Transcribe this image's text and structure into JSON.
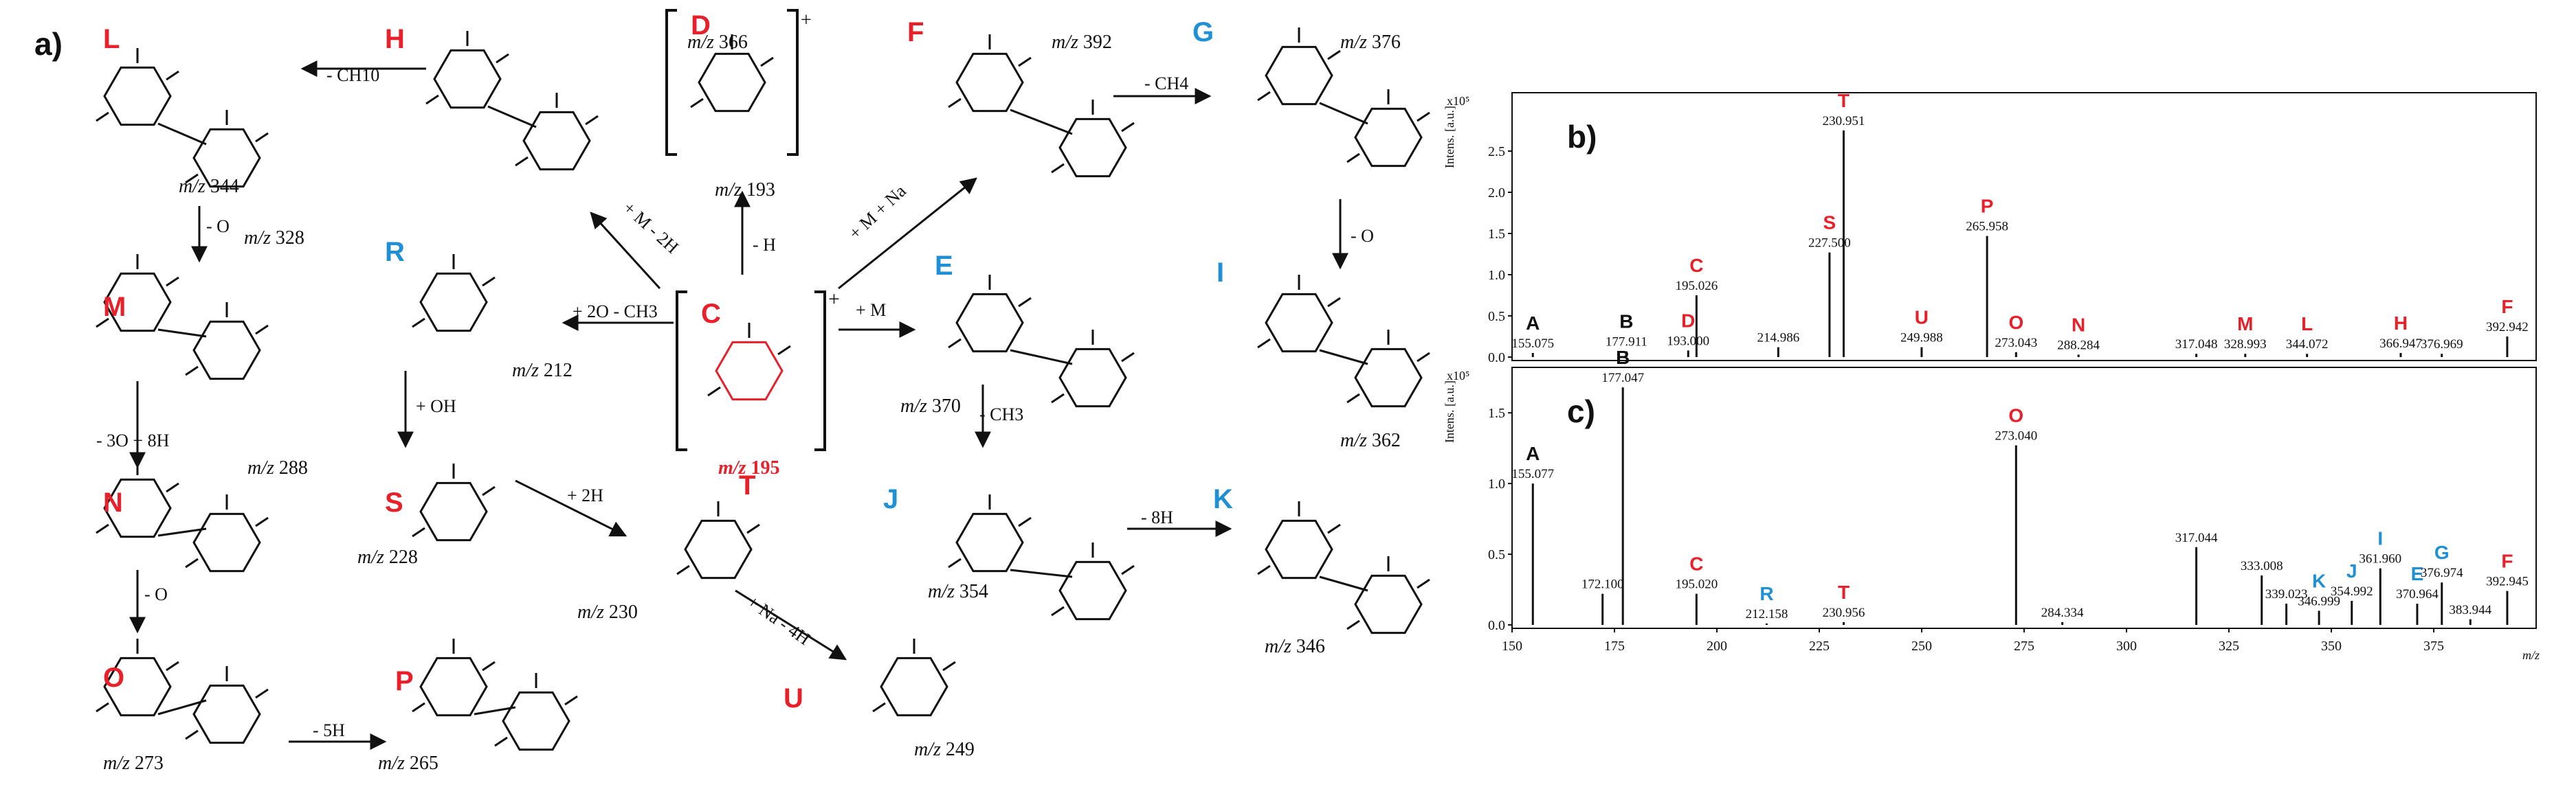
{
  "colors": {
    "red": "#e8202a",
    "blue": "#1f8fd6",
    "black": "#111111"
  },
  "panels": {
    "a": "a)",
    "b": "b)",
    "c": "c)"
  },
  "mz_prefix": "m/z",
  "center": {
    "letter": "C",
    "mz": "195",
    "charge": "+"
  },
  "compounds": [
    {
      "id": "L",
      "color": "red",
      "mz": "344"
    },
    {
      "id": "H",
      "color": "red",
      "mz": "366"
    },
    {
      "id": "D",
      "color": "red",
      "mz": "193"
    },
    {
      "id": "F",
      "color": "red",
      "mz": "392"
    },
    {
      "id": "G",
      "color": "blue",
      "mz": "376"
    },
    {
      "id": "M",
      "color": "red",
      "mz": "328"
    },
    {
      "id": "R",
      "color": "blue",
      "mz": "212"
    },
    {
      "id": "E",
      "color": "blue",
      "mz": "370"
    },
    {
      "id": "I",
      "color": "blue",
      "mz": "362"
    },
    {
      "id": "N",
      "color": "red",
      "mz": "288"
    },
    {
      "id": "S",
      "color": "red",
      "mz": "228"
    },
    {
      "id": "T",
      "color": "red",
      "mz": "230"
    },
    {
      "id": "J",
      "color": "blue",
      "mz": "354"
    },
    {
      "id": "K",
      "color": "blue",
      "mz": "346"
    },
    {
      "id": "O",
      "color": "red",
      "mz": "273"
    },
    {
      "id": "P",
      "color": "red",
      "mz": "265"
    },
    {
      "id": "U",
      "color": "red",
      "mz": "249"
    }
  ],
  "arrow_labels": {
    "h_to_l": "- CH10",
    "f_to_g": "- CH4",
    "g_to_i": "- O",
    "l_to_m": "- O",
    "m_to_n": "- 3O + 8H",
    "n_to_o": "- O",
    "o_to_p": "- 5H",
    "c_to_h": "+ M - 2H",
    "c_to_d": "- H",
    "c_to_f": "+ M + Na",
    "c_to_e": "+ M",
    "c_to_r": "+ 2O - CH3",
    "r_to_s": "+ OH",
    "s_to_t": "+ 2H",
    "e_to_j": "- CH3",
    "j_to_k": "- 8H",
    "t_to_u": "+ Na - 4H"
  },
  "chart_data": [
    {
      "type": "bar",
      "panel": "b)",
      "ylabel": "Intens. [a.u.]",
      "y_multiplier": "x10⁵",
      "xlim": [
        150,
        400
      ],
      "ylim": [
        0,
        3.0
      ],
      "yticks": [
        "0.0",
        "0.5",
        "1.0",
        "1.5",
        "2.0",
        "2.5"
      ],
      "peaks": [
        {
          "x": 155.075,
          "y": 0.05,
          "label": "A",
          "color": "black"
        },
        {
          "x": 177.911,
          "y": 0.07,
          "label": "B",
          "color": "black"
        },
        {
          "x": 193.0,
          "y": 0.08,
          "label": "D",
          "color": "red"
        },
        {
          "x": 195.026,
          "y": 0.75,
          "label": "C",
          "color": "red"
        },
        {
          "x": 214.986,
          "y": 0.12
        },
        {
          "x": 227.5,
          "y": 1.27,
          "label": "S",
          "color": "red"
        },
        {
          "x": 230.951,
          "y": 2.75,
          "label": "T",
          "color": "red"
        },
        {
          "x": 249.988,
          "y": 0.12,
          "label": "U",
          "color": "red"
        },
        {
          "x": 265.958,
          "y": 1.47,
          "label": "P",
          "color": "red"
        },
        {
          "x": 273.043,
          "y": 0.06,
          "label": "O",
          "color": "red"
        },
        {
          "x": 288.284,
          "y": 0.03,
          "label": "N",
          "color": "red"
        },
        {
          "x": 317.048,
          "y": 0.04
        },
        {
          "x": 328.993,
          "y": 0.04,
          "label": "M",
          "color": "red"
        },
        {
          "x": 344.072,
          "y": 0.04,
          "label": "L",
          "color": "red"
        },
        {
          "x": 366.947,
          "y": 0.05,
          "label": "H",
          "color": "red"
        },
        {
          "x": 376.969,
          "y": 0.04
        },
        {
          "x": 392.942,
          "y": 0.25,
          "label": "F",
          "color": "red"
        }
      ]
    },
    {
      "type": "bar",
      "panel": "c)",
      "ylabel": "Intens. [a.u.]",
      "y_multiplier": "x10⁵",
      "xlabel": "m/z",
      "xlim": [
        150,
        400
      ],
      "ylim": [
        0,
        1.7
      ],
      "yticks": [
        "0.0",
        "0.5",
        "1.0",
        "1.5"
      ],
      "xticks": [
        "150",
        "175",
        "200",
        "225",
        "250",
        "275",
        "300",
        "325",
        "350",
        "375"
      ],
      "peaks": [
        {
          "x": 155.077,
          "y": 1.0,
          "label": "A",
          "color": "black"
        },
        {
          "x": 172.1,
          "y": 0.22
        },
        {
          "x": 177.047,
          "y": 1.68,
          "label": "B",
          "color": "black"
        },
        {
          "x": 195.02,
          "y": 0.22,
          "label": "C",
          "color": "red"
        },
        {
          "x": 212.158,
          "y": 0.01,
          "label": "R",
          "color": "blue"
        },
        {
          "x": 230.956,
          "y": 0.02,
          "label": "T",
          "color": "red"
        },
        {
          "x": 273.04,
          "y": 1.27,
          "label": "O",
          "color": "red"
        },
        {
          "x": 284.334,
          "y": 0.02
        },
        {
          "x": 317.044,
          "y": 0.55
        },
        {
          "x": 333.008,
          "y": 0.35
        },
        {
          "x": 339.023,
          "y": 0.15
        },
        {
          "x": 346.999,
          "y": 0.1,
          "label": "K",
          "color": "blue"
        },
        {
          "x": 354.992,
          "y": 0.17,
          "label": "J",
          "color": "blue"
        },
        {
          "x": 361.96,
          "y": 0.4,
          "label": "I",
          "color": "blue"
        },
        {
          "x": 370.964,
          "y": 0.15,
          "label": "E",
          "color": "blue"
        },
        {
          "x": 376.974,
          "y": 0.3,
          "label": "G",
          "color": "blue"
        },
        {
          "x": 383.944,
          "y": 0.04
        },
        {
          "x": 392.945,
          "y": 0.24,
          "label": "F",
          "color": "red"
        }
      ]
    }
  ]
}
